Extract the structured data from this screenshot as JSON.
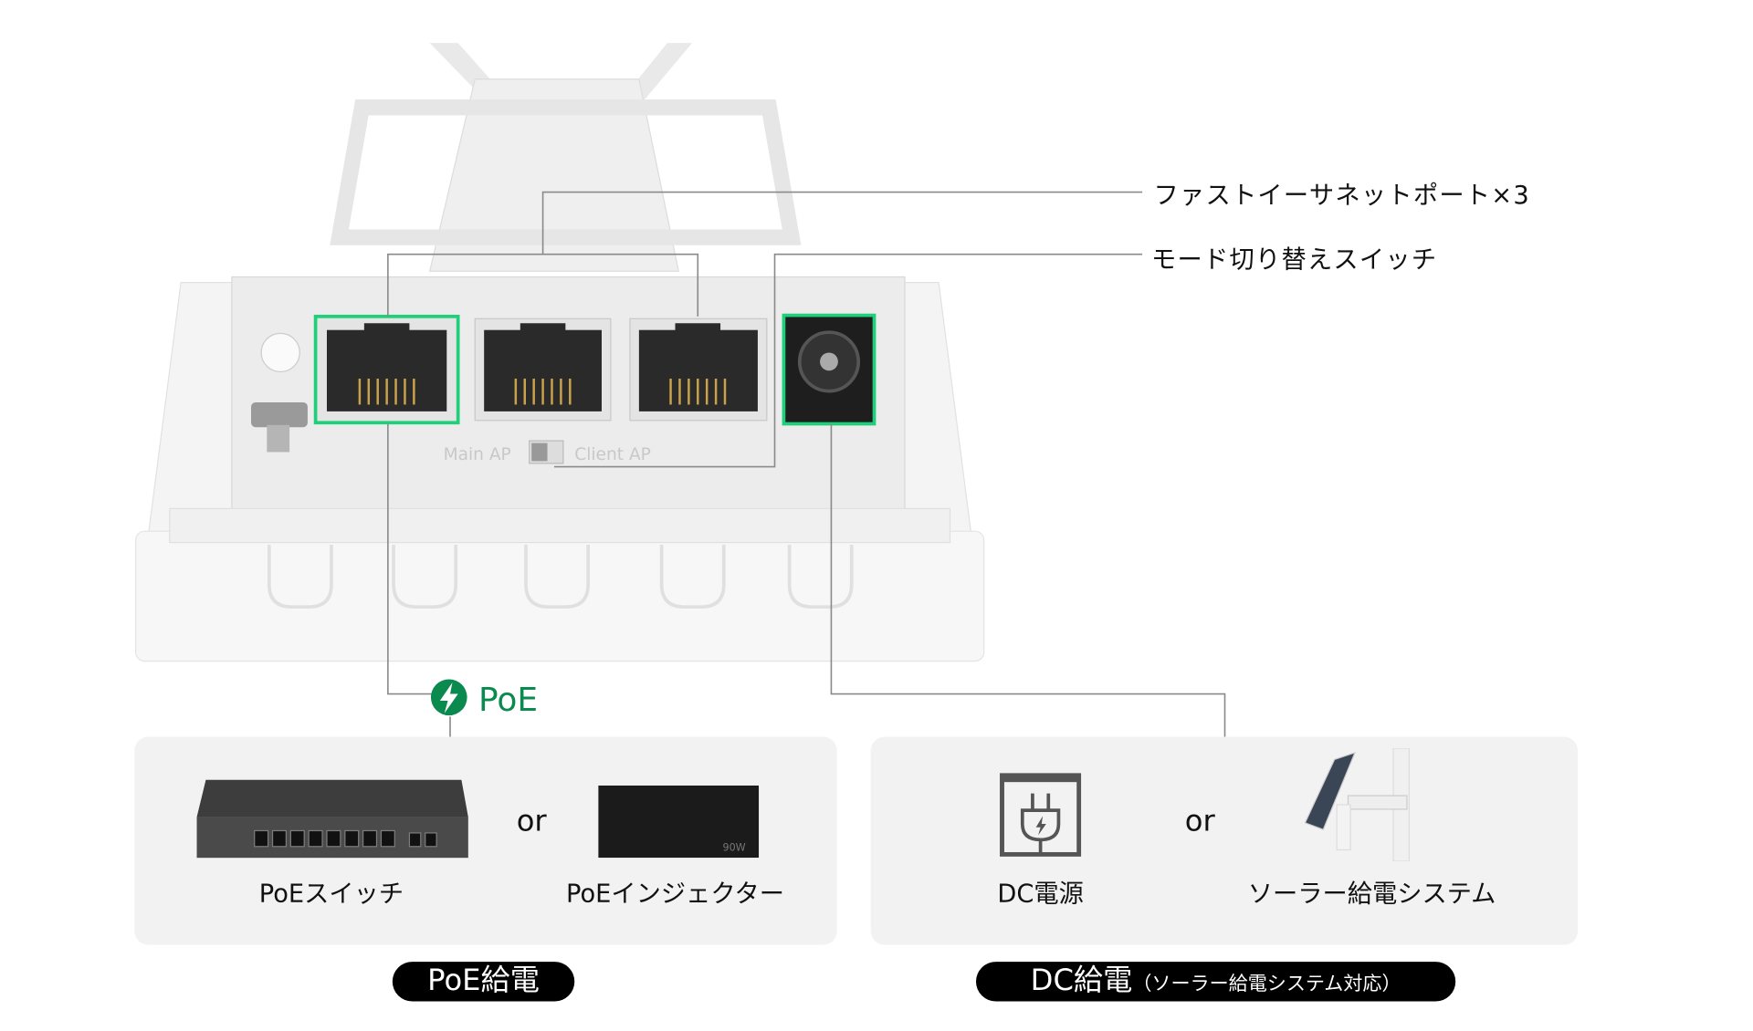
{
  "callouts": {
    "ethernet_ports": "ファストイーサネットポート×3",
    "mode_switch": "モード切り替えスイッチ"
  },
  "device": {
    "switch_left": "Main AP",
    "switch_right": "Client AP"
  },
  "poe_marker": {
    "label": "PoE",
    "icon": "lightning-icon",
    "color": "#0a8a4e"
  },
  "poe_box": {
    "item1": "PoEスイッチ",
    "or": "or",
    "item2": "PoEインジェクター",
    "injector_rating": "90W",
    "caption": "PoE給電"
  },
  "dc_box": {
    "item1": "DC電源",
    "or": "or",
    "item2": "ソーラー給電システム",
    "caption_main": "DC給電",
    "caption_sub": "（ソーラー給電システム対応）"
  },
  "colors": {
    "highlight": "#1fd07a",
    "line": "#8a8a8a",
    "panel": "#f2f2f2"
  }
}
